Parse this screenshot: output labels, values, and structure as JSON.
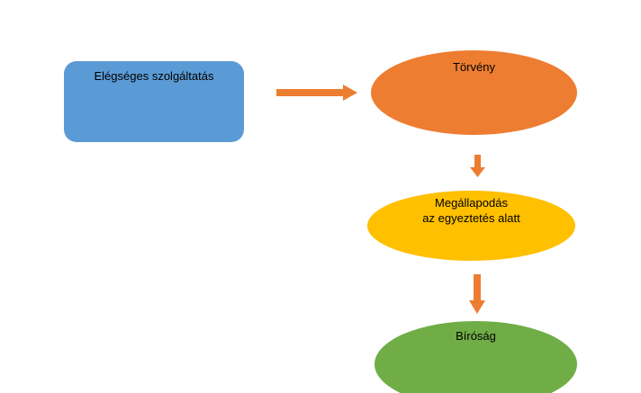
{
  "diagram": {
    "nodes": [
      {
        "id": "service",
        "shape": "rounded-rectangle",
        "lines": [
          "Elégséges szolgáltatás"
        ],
        "color": "#5b9bd5"
      },
      {
        "id": "law",
        "shape": "ellipse",
        "lines": [
          "Törvény"
        ],
        "color": "#ed7d31"
      },
      {
        "id": "agreement",
        "shape": "ellipse",
        "lines": [
          "Megállapodás",
          "az egyeztetés alatt"
        ],
        "color": "#ffc000"
      },
      {
        "id": "court",
        "shape": "ellipse",
        "lines": [
          "Bíróság"
        ],
        "color": "#70ad47"
      }
    ],
    "edges": [
      {
        "from": "service",
        "to": "law"
      },
      {
        "from": "law",
        "to": "agreement"
      },
      {
        "from": "agreement",
        "to": "court"
      }
    ],
    "arrow_color": "#ed7d31"
  }
}
